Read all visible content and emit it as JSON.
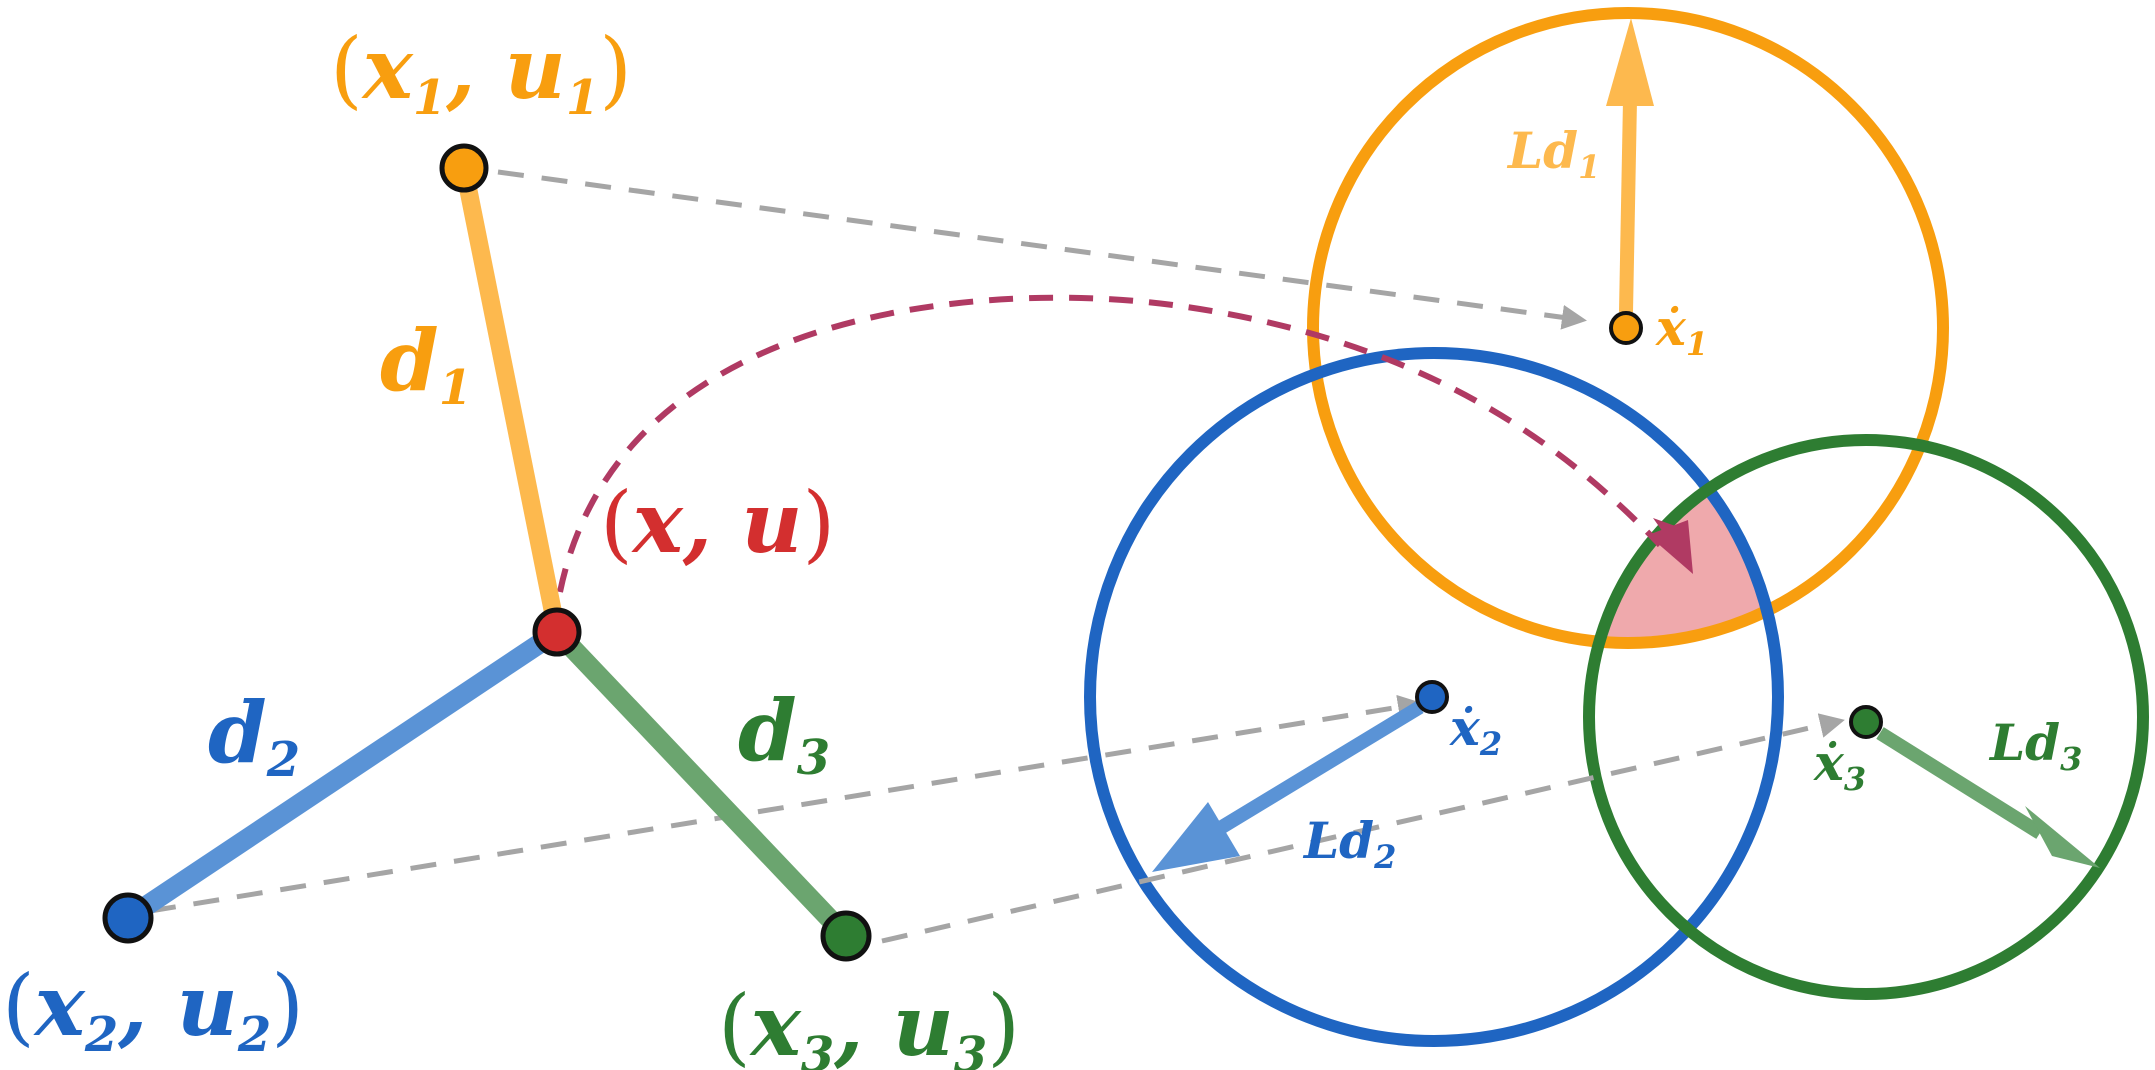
{
  "colors": {
    "orange": "#F89E0F",
    "orange_light": "#FDB94E",
    "blue": "#1F65C2",
    "blue_light": "#5A93D6",
    "green": "#2E7D32",
    "green_light": "#6BA56F",
    "red": "#D32F2F",
    "magenta": "#B03A63",
    "gray": "#A5A5A5",
    "region_fill": "#EFA9AC"
  },
  "labels": {
    "p1": {
      "open": "(",
      "var": "x",
      "sub": "1",
      "comma": ", ",
      "var2": "u",
      "sub2": "1",
      "close": ")"
    },
    "p2": {
      "open": "(",
      "var": "x",
      "sub": "2",
      "comma": ", ",
      "var2": "u",
      "sub2": "2",
      "close": ")"
    },
    "p3": {
      "open": "(",
      "var": "x",
      "sub": "3",
      "comma": ", ",
      "var2": "u",
      "sub2": "3",
      "close": ")"
    },
    "center": {
      "open": "(",
      "var": "x",
      "comma": ", ",
      "var2": "u",
      "close": ")"
    },
    "d1": {
      "var": "d",
      "sub": "1"
    },
    "d2": {
      "var": "d",
      "sub": "2"
    },
    "d3": {
      "var": "d",
      "sub": "3"
    },
    "Ld1": {
      "var": "Ld",
      "sub": "1"
    },
    "Ld2": {
      "var": "Ld",
      "sub": "2"
    },
    "Ld3": {
      "var": "Ld",
      "sub": "3"
    },
    "xdot1": {
      "var": "ẋ",
      "sub": "1"
    },
    "xdot2": {
      "var": "ẋ",
      "sub": "2"
    },
    "xdot3": {
      "var": "ẋ",
      "sub": "3"
    }
  }
}
